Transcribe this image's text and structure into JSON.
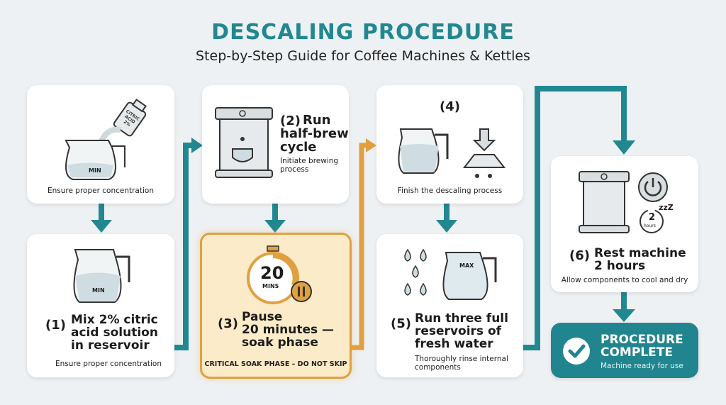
{
  "header": {
    "title": "DESCALING PROCEDURE",
    "subtitle": "Step-by-Step Guide for Coffee Machines & Kettles"
  },
  "colors": {
    "accent": "#218891",
    "warning": "#e0a040",
    "warning_bg": "#fcebc8",
    "background": "#eef1f3"
  },
  "cards": {
    "prep": {
      "subtitle": "Ensure proper concentration",
      "bottle_label": "CITRIC ACID 2%",
      "kettle_label": "MIN"
    },
    "step1": {
      "num": "(1)",
      "title_lines": [
        "Mix 2% citric",
        "acid solution",
        "in reservoir"
      ],
      "subtitle": "Ensure proper concentration",
      "kettle_label": "MIN"
    },
    "step2": {
      "num": "(2)",
      "title_lines": [
        "Run",
        "half-brew",
        "cycle"
      ],
      "subtitle_lines": [
        "Initiate brewing",
        "process"
      ]
    },
    "step3": {
      "num": "(3)",
      "title_lines": [
        "Pause",
        "20 minutes —",
        "soak phase"
      ],
      "subtitle": "CRITICAL SOAK PHASE – DO NOT SKIP",
      "timer_value": "20",
      "timer_unit": "MINS"
    },
    "step4": {
      "num": "(4)",
      "subtitle": "Finish the descaling process"
    },
    "step5": {
      "num": "(5)",
      "title_lines": [
        "Run three full",
        "reservoirs of",
        "fresh water"
      ],
      "subtitle_lines": [
        "Thoroughly rinse internal",
        "components"
      ],
      "kettle_label": "MAX"
    },
    "step6": {
      "num": "(6)",
      "title_lines": [
        "Rest machine",
        "2 hours"
      ],
      "subtitle": "Allow components to cool and dry",
      "clock_value": "2",
      "clock_unit": "hours",
      "sleep": "zzZ"
    },
    "complete": {
      "title_lines": [
        "PROCEDURE",
        "COMPLETE"
      ],
      "subtitle": "Machine ready for use"
    }
  }
}
